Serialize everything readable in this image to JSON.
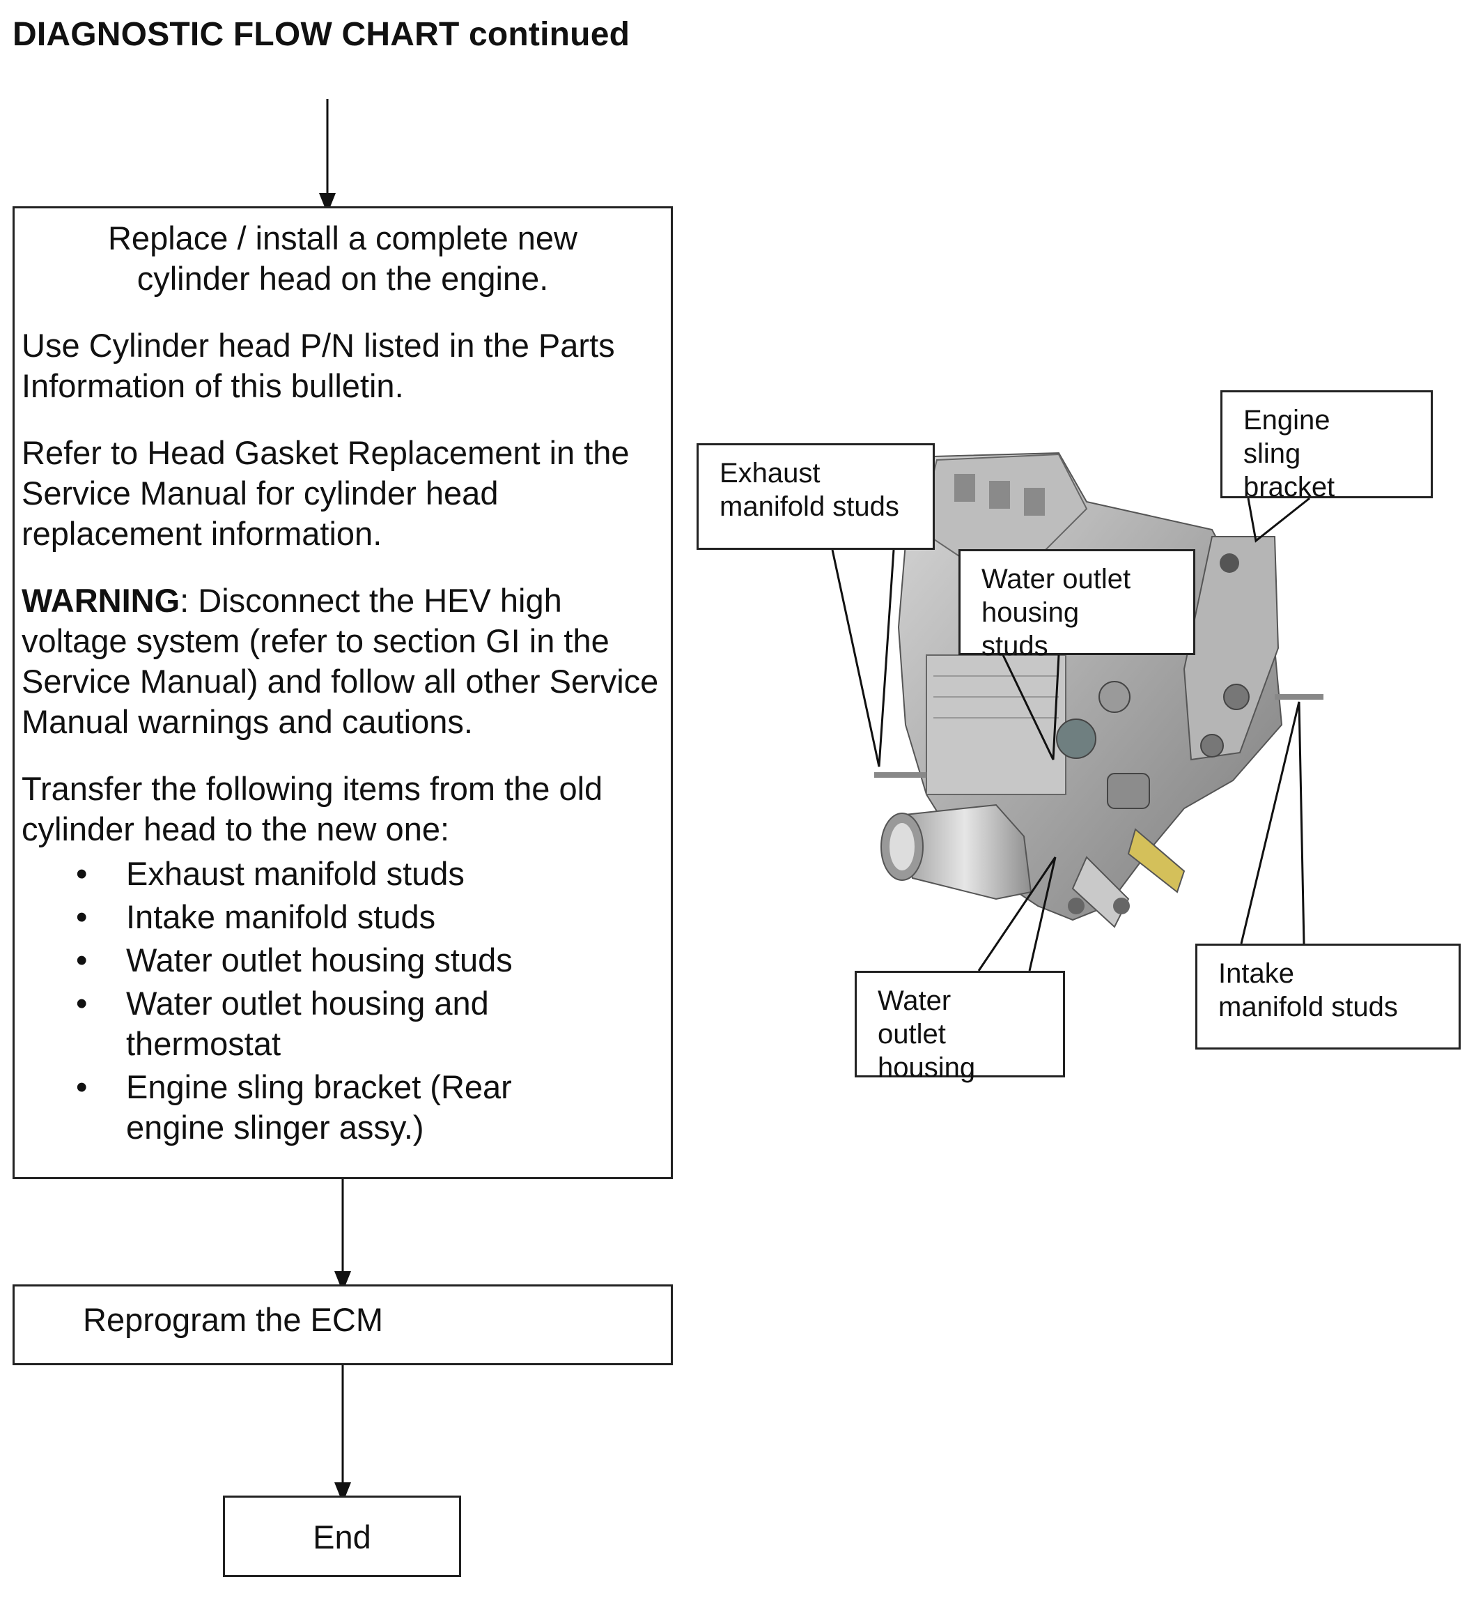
{
  "title": "DIAGNOSTIC FLOW CHART continued",
  "main_box": {
    "line1": "Replace / install a complete new",
    "line2": "cylinder head on the engine.",
    "para2": "Use Cylinder head P/N listed in the Parts Information of this bulletin.",
    "para3": "Refer to Head Gasket Replacement in the Service Manual for cylinder head replacement information.",
    "warning_label": "WARNING",
    "warning_text": ": Disconnect the HEV high voltage system (refer to section GI in the Service Manual) and follow all other Service Manual warnings and cautions.",
    "transfer_intro": "Transfer the following items from the old cylinder head to the new one:",
    "items": [
      "Exhaust manifold studs",
      "Intake manifold studs",
      "Water outlet housing studs",
      "Water outlet housing and thermostat",
      "Engine sling bracket (Rear engine slinger assy.)"
    ]
  },
  "ecm_box": "Reprogram the ECM",
  "end_box": "End",
  "callouts": {
    "exhaust": "Exhaust manifold studs",
    "sling": "Engine sling bracket",
    "water_studs": "Water outlet housing studs",
    "water_housing": "Water outlet housing",
    "intake": "Intake manifold studs"
  }
}
